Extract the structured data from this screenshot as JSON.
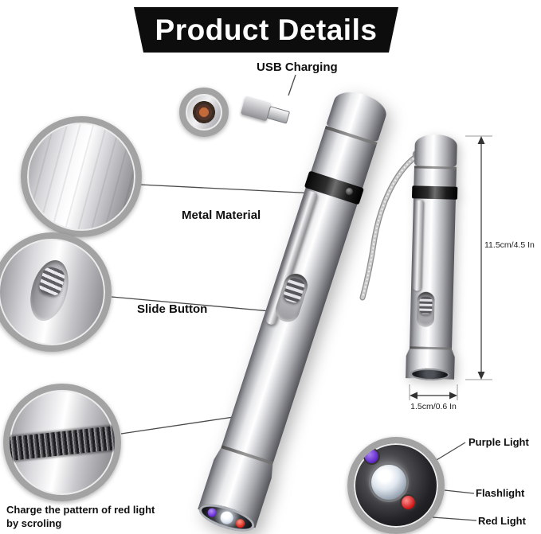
{
  "header": {
    "title": "Product Details"
  },
  "callouts": {
    "usb_charging": {
      "label": "USB Charging"
    },
    "metal_material": {
      "label": "Metal Material"
    },
    "slide_button": {
      "label": "Slide Button"
    },
    "red_light_pattern": {
      "label": "Charge the pattern of red light by scroling"
    },
    "purple_light": {
      "label": "Purple Light"
    },
    "flashlight": {
      "label": "Flashlight"
    },
    "red_light": {
      "label": "Red Light"
    }
  },
  "dimensions": {
    "length": "11.5cm/4.5 In",
    "diameter": "1.5cm/0.6 In"
  },
  "colors": {
    "banner_background": "#0d0d0d",
    "banner_text": "#ffffff",
    "label_text": "#101010",
    "callout_ring": "#a3a3a3",
    "connector_line": "#4a4a4a",
    "purple_led": "#5c23c8",
    "red_led": "#cc1010",
    "metal_highlight": "#ffffff",
    "metal_shadow": "#55565b"
  }
}
